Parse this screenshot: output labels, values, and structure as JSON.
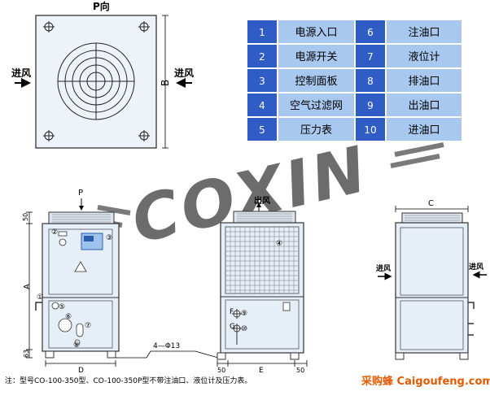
{
  "top_view": {
    "title": "P向",
    "dim_b": "B",
    "inlet_left": "进风",
    "inlet_right": "进风"
  },
  "legend": [
    {
      "n1": "1",
      "t1": "电源入口",
      "n2": "6",
      "t2": "注油口"
    },
    {
      "n1": "2",
      "t1": "电源开关",
      "n2": "7",
      "t2": "液位计"
    },
    {
      "n1": "3",
      "t1": "控制面板",
      "n2": "8",
      "t2": "排油口"
    },
    {
      "n1": "4",
      "t1": "空气过滤网",
      "n2": "9",
      "t2": "出油口"
    },
    {
      "n1": "5",
      "t1": "压力表",
      "n2": "10",
      "t2": "进油口"
    }
  ],
  "watermark": "COXIN",
  "front": {
    "label_p": "P",
    "dim_50": "50",
    "dim_a": "A",
    "dim_63": "63",
    "dim_d": "D",
    "callouts": [
      "①",
      "②",
      "③",
      "⑤",
      "⑥",
      "⑦",
      "⑧"
    ]
  },
  "side": {
    "outlet": "出风",
    "callout_4": "④",
    "label_f": "F",
    "label_g": "G",
    "callout_9": "⑨",
    "callout_10": "⑩",
    "dim_50a": "50",
    "dim_e": "E",
    "dim_50b": "50"
  },
  "hole_label": "4—Φ13",
  "back": {
    "dim_c": "C",
    "inlet_left": "进风",
    "inlet_right": "进风"
  },
  "note": "注：型号CO-100-350型、CO-100-350P型不带注油口、液位计及压力表。",
  "brand": "采购蜂 Caigoufeng.com",
  "colors": {
    "table_dark": "#2f5cc5",
    "table_light": "#a9c8ef",
    "body_fill": "#e6eef8",
    "stroke": "#333333"
  }
}
